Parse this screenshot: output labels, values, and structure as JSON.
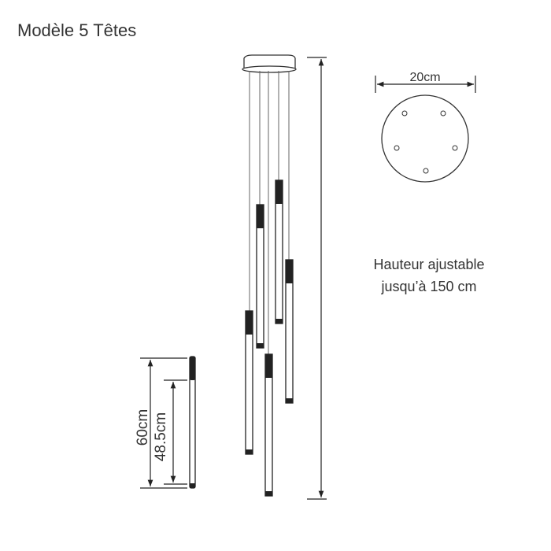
{
  "title": "Modèle 5 Têtes",
  "dimensions": {
    "canopy_diameter": "20cm",
    "total_length": "60cm",
    "light_length": "48.5cm"
  },
  "note": {
    "line1": "Hauteur ajustable",
    "line2": "jusqu’à 150 cm"
  }
}
